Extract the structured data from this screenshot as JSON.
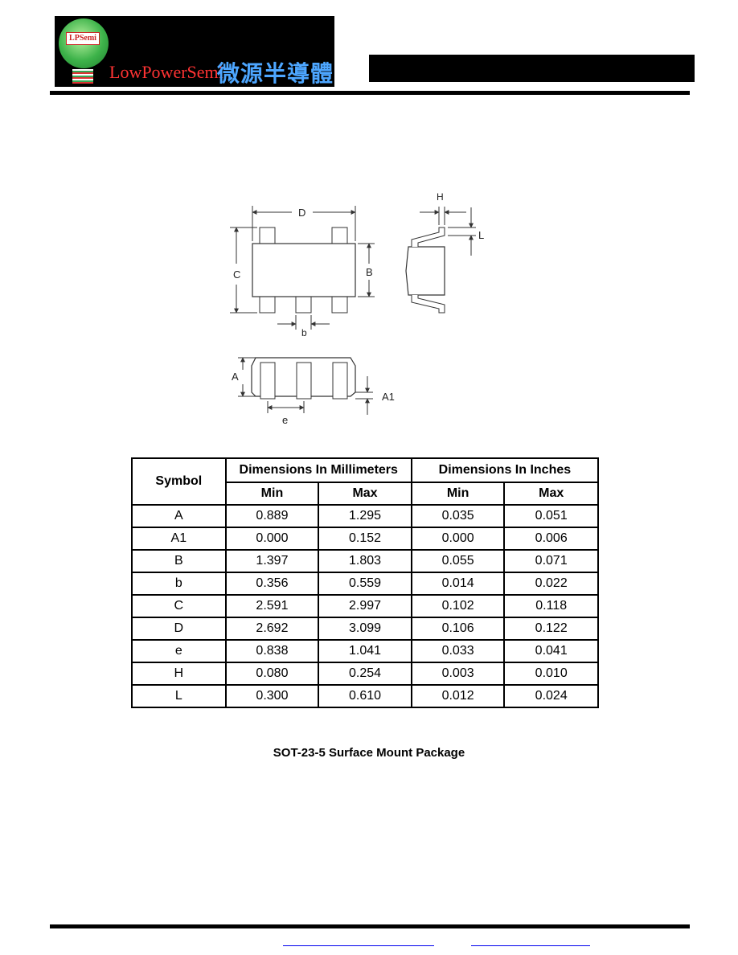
{
  "header": {
    "logo_box": "LPSemi",
    "logo_text_en": "LowPowerSemi",
    "logo_text_zh": "微源半導體"
  },
  "drawing_labels": {
    "D": "D",
    "C": "C",
    "B": "B",
    "b": "b",
    "H": "H",
    "L": "L",
    "A": "A",
    "A1": "A1",
    "e": "e"
  },
  "table": {
    "symbol_header": "Symbol",
    "mm_header": "Dimensions In Millimeters",
    "in_header": "Dimensions In Inches",
    "min_label": "Min",
    "max_label": "Max",
    "rows": [
      [
        "A",
        "0.889",
        "1.295",
        "0.035",
        "0.051"
      ],
      [
        "A1",
        "0.000",
        "0.152",
        "0.000",
        "0.006"
      ],
      [
        "B",
        "1.397",
        "1.803",
        "0.055",
        "0.071"
      ],
      [
        "b",
        "0.356",
        "0.559",
        "0.014",
        "0.022"
      ],
      [
        "C",
        "2.591",
        "2.997",
        "0.102",
        "0.118"
      ],
      [
        "D",
        "2.692",
        "3.099",
        "0.106",
        "0.122"
      ],
      [
        "e",
        "0.838",
        "1.041",
        "0.033",
        "0.041"
      ],
      [
        "H",
        "0.080",
        "0.254",
        "0.003",
        "0.010"
      ],
      [
        "L",
        "0.300",
        "0.610",
        "0.012",
        "0.024"
      ]
    ]
  },
  "caption": "SOT-23-5 Surface Mount Package"
}
